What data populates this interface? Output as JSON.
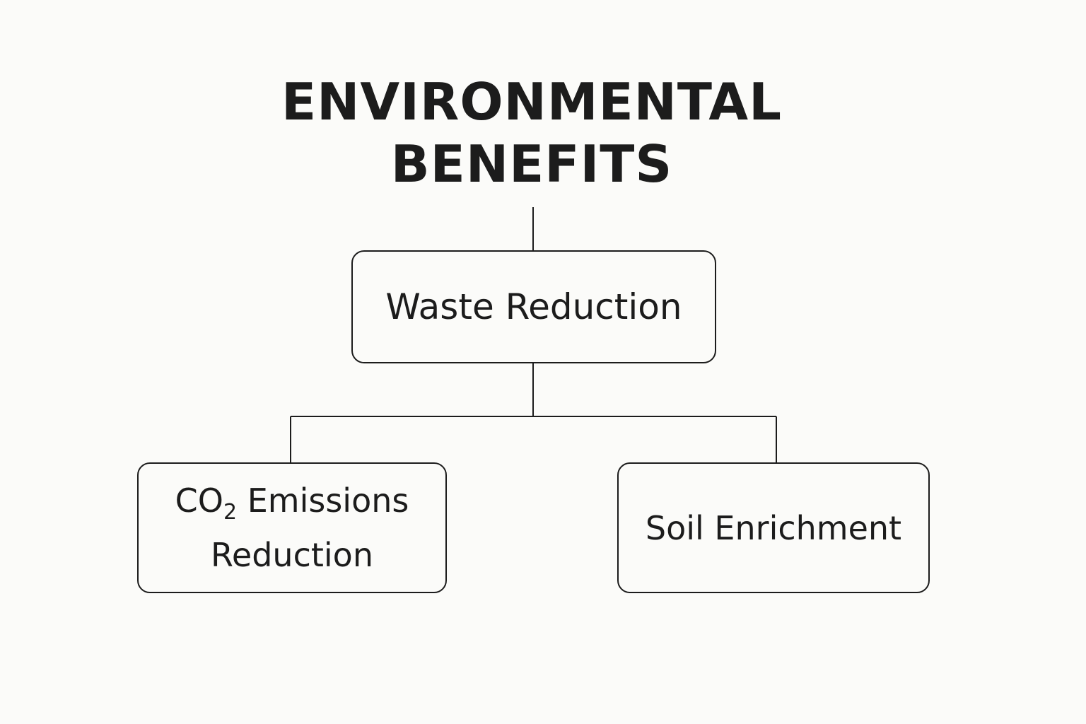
{
  "title": {
    "line1": "ENVIRONMENTAL",
    "line2": "BENEFITS"
  },
  "nodes": {
    "root": {
      "label": "Waste Reduction"
    },
    "left": {
      "label_prefix": "CO",
      "label_subscript": "2",
      "label_line1_rest": " Emissions",
      "label_line2": "Reduction"
    },
    "right": {
      "label": "Soil Enrichment"
    }
  },
  "colors": {
    "background": "#fbfbf9",
    "ink": "#1c1c1c"
  }
}
